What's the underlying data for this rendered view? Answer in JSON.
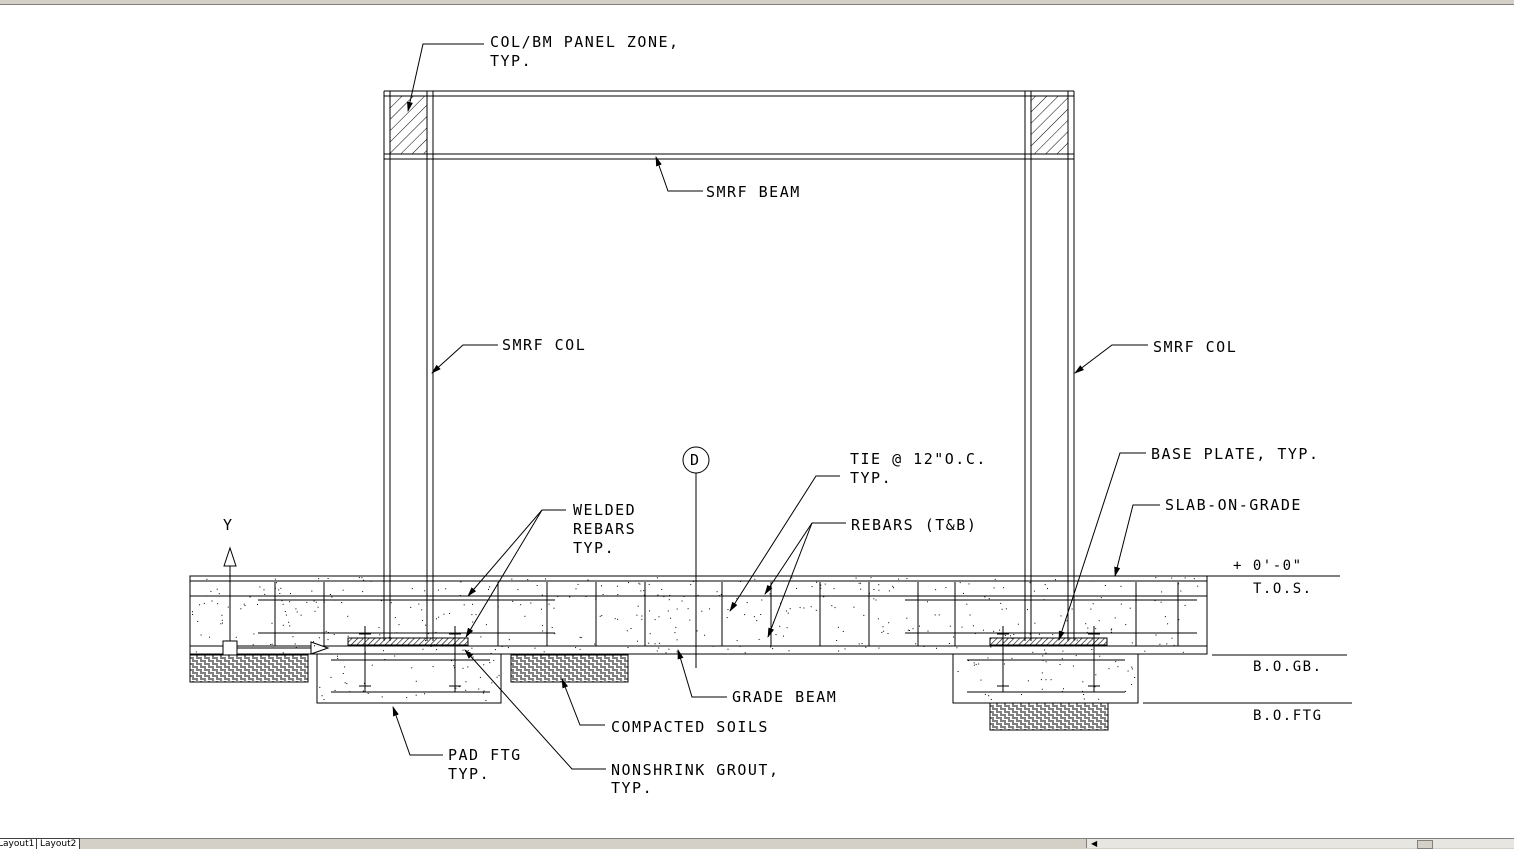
{
  "tabs": [
    "Layout1",
    "Layout2"
  ],
  "ucs": {
    "x_label": "",
    "y_label": "Y"
  },
  "labels": {
    "panel_zone_1": "COL/BM PANEL ZONE,",
    "panel_zone_2": "TYP.",
    "smrf_beam": "SMRF BEAM",
    "smrf_col_left": "SMRF COL",
    "smrf_col_right": "SMRF COL",
    "grid_bubble": "D",
    "tie_1": "TIE @ 12\"O.C.",
    "tie_2": "TYP.",
    "rebars": "REBARS (T&B)",
    "base_plate": "BASE PLATE, TYP.",
    "slab_on_grade": "SLAB-ON-GRADE",
    "welded_1": "WELDED",
    "welded_2": "REBARS",
    "welded_3": "TYP.",
    "elev_value": "+ 0'-0\"",
    "elev_tos": "T.O.S.",
    "elev_bogb": "B.O.GB.",
    "elev_boftg": "B.O.FTG",
    "grade_beam": "GRADE BEAM",
    "compacted_soils": "COMPACTED SOILS",
    "pad_ftg_1": "PAD FTG",
    "pad_ftg_2": "TYP.",
    "grout_1": "NONSHRINK GROUT,",
    "grout_2": "TYP."
  },
  "colors": {
    "background": "#ffffff",
    "ink": "#000000",
    "chrome": "#d4d0c8"
  }
}
